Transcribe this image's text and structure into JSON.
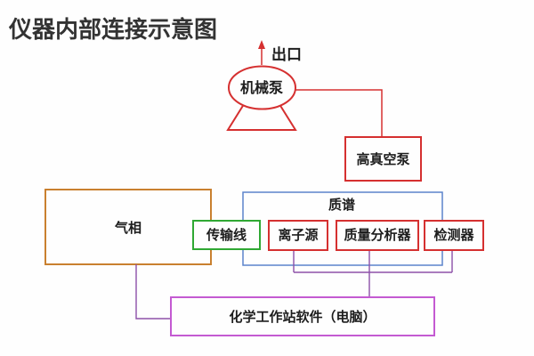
{
  "title": "仪器内部连接示意图",
  "nodes": {
    "outlet_label": "出口",
    "mechanical_pump": "机械泵",
    "high_vacuum_pump": "高真空泵",
    "mass_spec": "质谱",
    "gas_chromatograph": "气相",
    "transfer_line": "传输线",
    "ion_source": "离子源",
    "mass_analyzer": "质量分析器",
    "detector": "检测器",
    "workstation": "化学工作站软件（电脑）"
  },
  "colors": {
    "red": "#d53030",
    "orange": "#c9802f",
    "green": "#2fa833",
    "blue": "#5b84cc",
    "magenta": "#c45ad2",
    "violet": "#8d50a8",
    "text": "#1d1d1d",
    "title_text": "#333333",
    "background": "#fefefe"
  }
}
